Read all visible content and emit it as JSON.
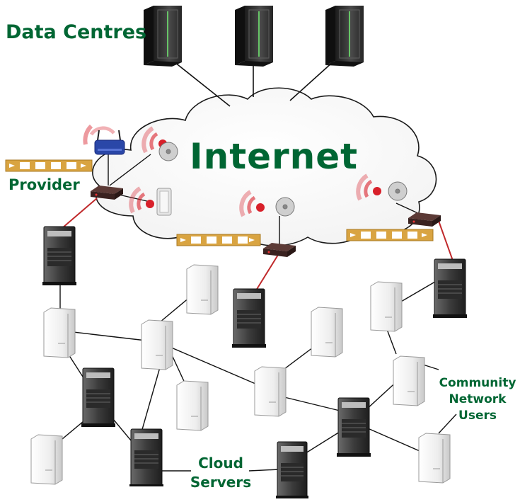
{
  "labels": {
    "data_centres": "Data Centres",
    "internet": "Internet",
    "provider": "Provider",
    "community": [
      "Community",
      "Network",
      "Users"
    ],
    "cloud": [
      "Cloud",
      "Servers"
    ]
  },
  "colors": {
    "label_green": "#006633",
    "link_black": "#111111",
    "link_red": "#c0292b",
    "signal_red": "#d8202a",
    "bandwidth_gold": "#d9a441"
  },
  "icons": {
    "data_centre": "server-rack-icon",
    "router": "router-icon",
    "wifi_router": "wifi-router-icon",
    "antenna": "dish-antenna-icon",
    "cloud_server": "tower-server-icon",
    "user_pc": "white-tower-pc-icon",
    "signal": "wireless-signal-icon",
    "bandwidth": "bandwidth-bar-icon"
  }
}
